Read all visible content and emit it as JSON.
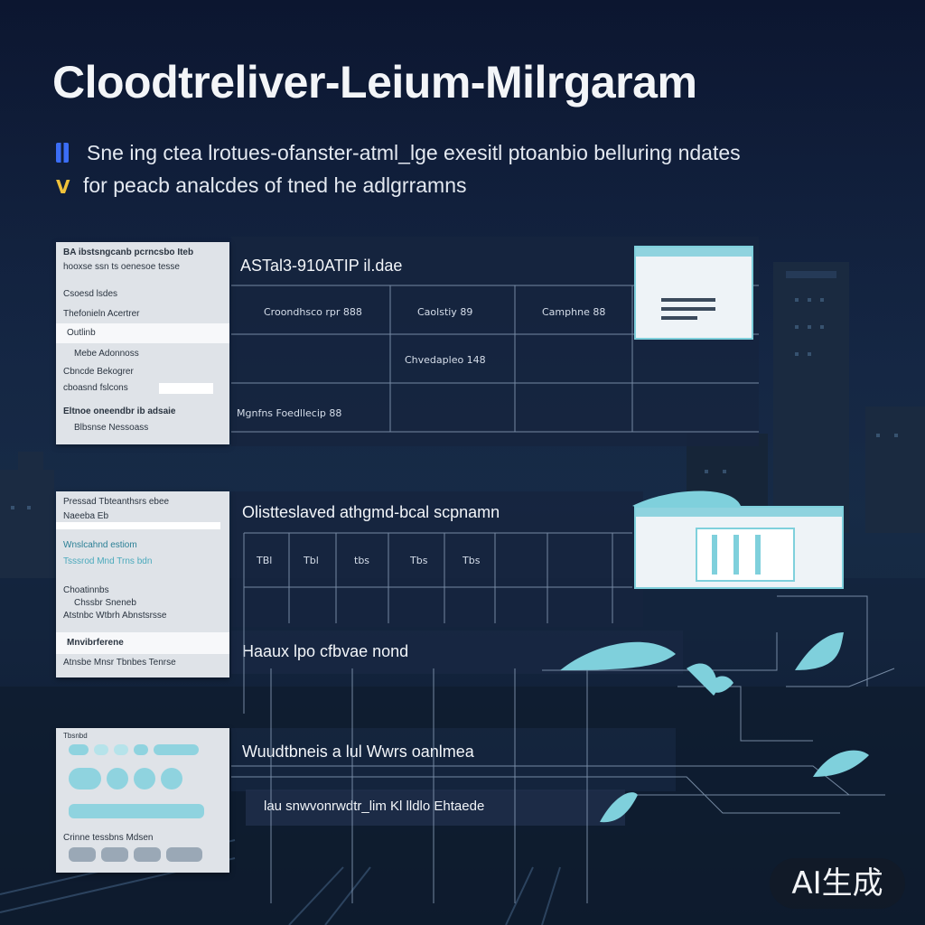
{
  "title": "Cloodtreliver-Leium-Milrgaram",
  "subtitle": {
    "line1": "Sne ing ctea lrotues-ofanster-atml_lge exesitl ptoanbio belluring ndates",
    "line2": "for peacb analcdes of tned he adlgrramns"
  },
  "cards": {
    "card1": {
      "rows": [
        "BA ibstsngcanb pcrncsbo Iteb",
        "hooxse ssn ts oenesoe tesse",
        "Csoesd lsdes",
        "Thefonieln Acertrer",
        "Outlinb",
        "Mebe Adonnoss",
        "Cbncde Bekogrer",
        "cboasnd fslcons",
        "Eltnoe oneendbr ib adsaie",
        "Blbsnse Nessoass"
      ]
    },
    "card2": {
      "rows": [
        "Pressad Tbteanthsrs ebee",
        "Naeeba Eb",
        "Wnslcahnd estiom",
        "Tsssrod Mnd Trns bdn",
        "Choatinnbs",
        "Chssbr Sneneb",
        "Atstnbc Wtbrh Abnstsrsse",
        "Mnvibrferene",
        "Atnsbe Mnsr Tbnbes Tenrse"
      ]
    },
    "card3": {
      "rows": [
        "Tbsnbd",
        "Crinne tessbns Mdsen"
      ]
    }
  },
  "panel1": {
    "header": "ASTal3-910ATIP il.dae",
    "cells": [
      "Croondhsco rpr 888",
      "Caolstiy 89",
      "Camphne 88",
      "Chvedapleo 148",
      "Mgnfns Foedllecip 88"
    ]
  },
  "panel2": {
    "header": "Olistteslaved athgmd-bcal scpnamn",
    "cells": [
      "TBl",
      "Tbl",
      "tbs",
      "Tbs",
      "Tbs"
    ]
  },
  "band": {
    "header": "Haaux lpo cfbvae nond"
  },
  "panel3": {
    "header": "Wuudtbneis a lul Wwrs oanlmea",
    "sub": "lau snwvonrwdtr_lim Kl lldlo Ehtaede"
  },
  "watermark": "AI生成",
  "colors": {
    "background": "#0c1630",
    "accent_cyan": "#8fd3df",
    "panel": "#16243e",
    "card": "#dfe3e8",
    "marker_blue": "#3b6df5",
    "marker_gold": "#f0c23a"
  }
}
